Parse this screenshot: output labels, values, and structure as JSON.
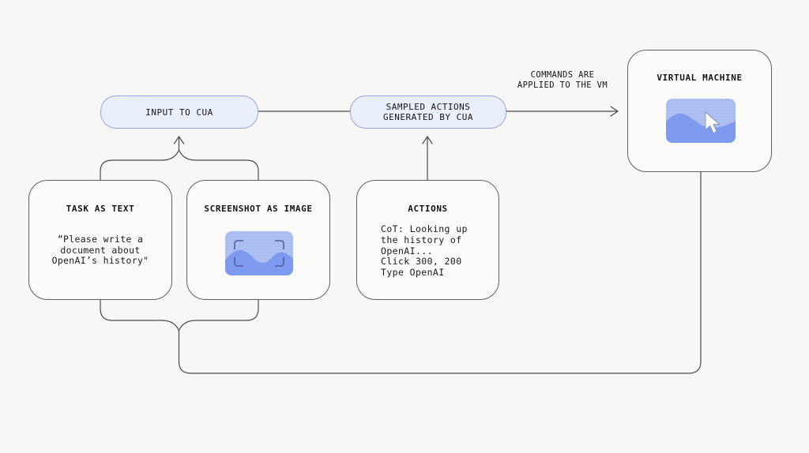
{
  "diagram": {
    "pills": {
      "input": {
        "label": "INPUT TO CUA"
      },
      "sampled": {
        "label": "SAMPLED ACTIONS\nGENERATED BY CUA"
      }
    },
    "arrow_label": "COMMANDS ARE\nAPPLIED TO THE VM",
    "boxes": {
      "vm": {
        "title": "VIRTUAL MACHINE"
      },
      "task": {
        "title": "TASK AS TEXT",
        "body": "“Please write a\ndocument about\nOpenAI’s history\""
      },
      "screenshot": {
        "title": "SCREENSHOT AS IMAGE"
      },
      "actions": {
        "title": "ACTIONS",
        "body": "CoT: Looking up\nthe history of\nOpenAI...\nClick 300, 200\nType OpenAI"
      }
    },
    "icons": {
      "screenshot_thumbnail": "image-with-crop-brackets-icon",
      "vm_thumbnail": "image-with-mouse-cursor-icon"
    },
    "palette": {
      "background": "#f7f7f6",
      "box_fill": "#fbfbfa",
      "box_border": "#606060",
      "pill_fill": "#eaeffc",
      "pill_border": "#96a6d8",
      "wire": "#4a4a4a",
      "thumb_light_blue": "#a9bdf1",
      "thumb_wave_blue": "#7e9aee",
      "bracket_blue": "#4f5f9e",
      "text": "#141414"
    }
  }
}
